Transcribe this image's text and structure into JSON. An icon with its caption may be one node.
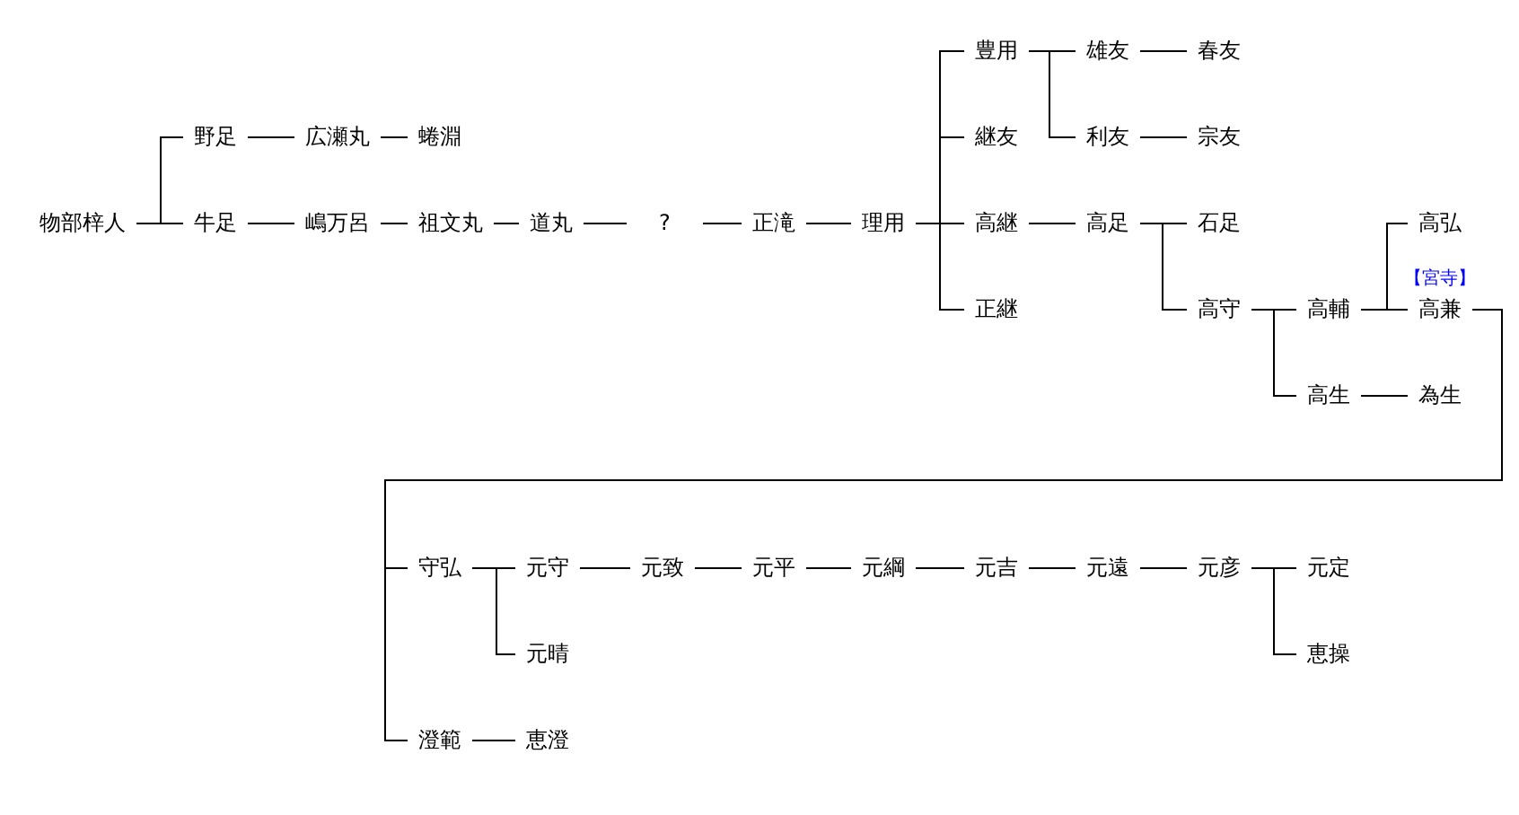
{
  "diagram": {
    "nodes": [
      {
        "text": [
          "物部梓人"
        ]
      },
      {
        "text": [
          "野足"
        ]
      },
      {
        "text": [
          "広瀬丸"
        ]
      },
      {
        "text": [
          "蜷淵"
        ]
      },
      {
        "text": [
          "牛足"
        ]
      },
      {
        "text": [
          "嶋万呂"
        ]
      },
      {
        "text": [
          "祖文丸"
        ]
      },
      {
        "text": [
          "道丸"
        ]
      },
      {
        "text": [
          "?"
        ]
      },
      {
        "text": [
          "正滝"
        ]
      },
      {
        "text": [
          "理用"
        ]
      },
      {
        "text": [
          "豊用"
        ]
      },
      {
        "text": [
          "継友"
        ]
      },
      {
        "text": [
          "高継"
        ]
      },
      {
        "text": [
          "正継"
        ]
      },
      {
        "text": [
          "雄友"
        ]
      },
      {
        "text": [
          "利友"
        ]
      },
      {
        "text": [
          "春友"
        ]
      },
      {
        "text": [
          "宗友"
        ]
      },
      {
        "text": [
          "高足"
        ]
      },
      {
        "text": [
          "石足"
        ]
      },
      {
        "text": [
          "高守"
        ]
      },
      {
        "text": [
          "高輔"
        ]
      },
      {
        "text": [
          "高生"
        ]
      },
      {
        "text": [
          "高弘"
        ]
      },
      {
        "text": [
          "高兼"
        ],
        "beside": [
          "【宮寺】"
        ]
      },
      {
        "text": [
          "為生"
        ]
      },
      {
        "text": [
          "守弘"
        ]
      },
      {
        "text": [
          "元守"
        ]
      },
      {
        "text": [
          "元致"
        ]
      },
      {
        "text": [
          "元平"
        ]
      },
      {
        "text": [
          "元綱"
        ]
      },
      {
        "text": [
          "元吉"
        ]
      },
      {
        "text": [
          "元遠"
        ]
      },
      {
        "text": [
          "元彦"
        ]
      },
      {
        "text": [
          "元定"
        ]
      },
      {
        "text": [
          "元晴"
        ]
      },
      {
        "text": [
          "恵操"
        ]
      },
      {
        "text": [
          "澄範"
        ]
      },
      {
        "text": [
          "恵澄"
        ]
      }
    ],
    "edges": [
      {
        "from": 0,
        "to": 1,
        "arrow": "none"
      },
      {
        "from": 0,
        "to": 4,
        "arrow": "none"
      },
      {
        "from": 1,
        "to": 2,
        "arrow": "none"
      },
      {
        "from": 2,
        "to": 3,
        "arrow": "none"
      },
      {
        "from": 4,
        "to": 5,
        "arrow": "none"
      },
      {
        "from": 5,
        "to": 6,
        "arrow": "none"
      },
      {
        "from": 6,
        "to": 7,
        "arrow": "none"
      },
      {
        "from": 7,
        "to": 8,
        "arrow": "none"
      },
      {
        "from": 8,
        "to": 9,
        "arrow": "none"
      },
      {
        "from": 9,
        "to": 10,
        "arrow": "none"
      },
      {
        "from": 10,
        "to": 11,
        "arrow": "none"
      },
      {
        "from": 10,
        "to": 12,
        "arrow": "none"
      },
      {
        "from": 10,
        "to": 13,
        "arrow": "none"
      },
      {
        "from": 10,
        "to": 14,
        "arrow": "none"
      },
      {
        "from": 11,
        "to": 15,
        "arrow": "none"
      },
      {
        "from": 11,
        "to": 16,
        "arrow": "none"
      },
      {
        "from": 15,
        "to": 17,
        "arrow": "none"
      },
      {
        "from": 16,
        "to": 18,
        "arrow": "none"
      },
      {
        "from": 13,
        "to": 19,
        "arrow": "none"
      },
      {
        "from": 19,
        "to": 20,
        "arrow": "none"
      },
      {
        "from": 19,
        "to": 21,
        "arrow": "none"
      },
      {
        "from": 21,
        "to": 22,
        "arrow": "none"
      },
      {
        "from": 21,
        "to": 23,
        "arrow": "none"
      },
      {
        "from": 22,
        "to": 24,
        "arrow": "none"
      },
      {
        "from": 22,
        "to": 25,
        "arrow": "none"
      },
      {
        "from": 23,
        "to": 26,
        "arrow": "none"
      },
      {
        "from": 25,
        "to": 27,
        "arrow": "none"
      },
      {
        "from": 25,
        "to": 38,
        "arrow": "none"
      },
      {
        "from": 27,
        "to": 28,
        "arrow": "none"
      },
      {
        "from": 27,
        "to": 36,
        "arrow": "none"
      },
      {
        "from": 28,
        "to": 29,
        "arrow": "none"
      },
      {
        "from": 29,
        "to": 30,
        "arrow": "none"
      },
      {
        "from": 30,
        "to": 31,
        "arrow": "none"
      },
      {
        "from": 31,
        "to": 32,
        "arrow": "none"
      },
      {
        "from": 32,
        "to": 33,
        "arrow": "none"
      },
      {
        "from": 33,
        "to": 34,
        "arrow": "none"
      },
      {
        "from": 34,
        "to": 35,
        "arrow": "none"
      },
      {
        "from": 34,
        "to": 37,
        "arrow": "none"
      },
      {
        "from": 38,
        "to": 39,
        "arrow": "none"
      }
    ]
  }
}
